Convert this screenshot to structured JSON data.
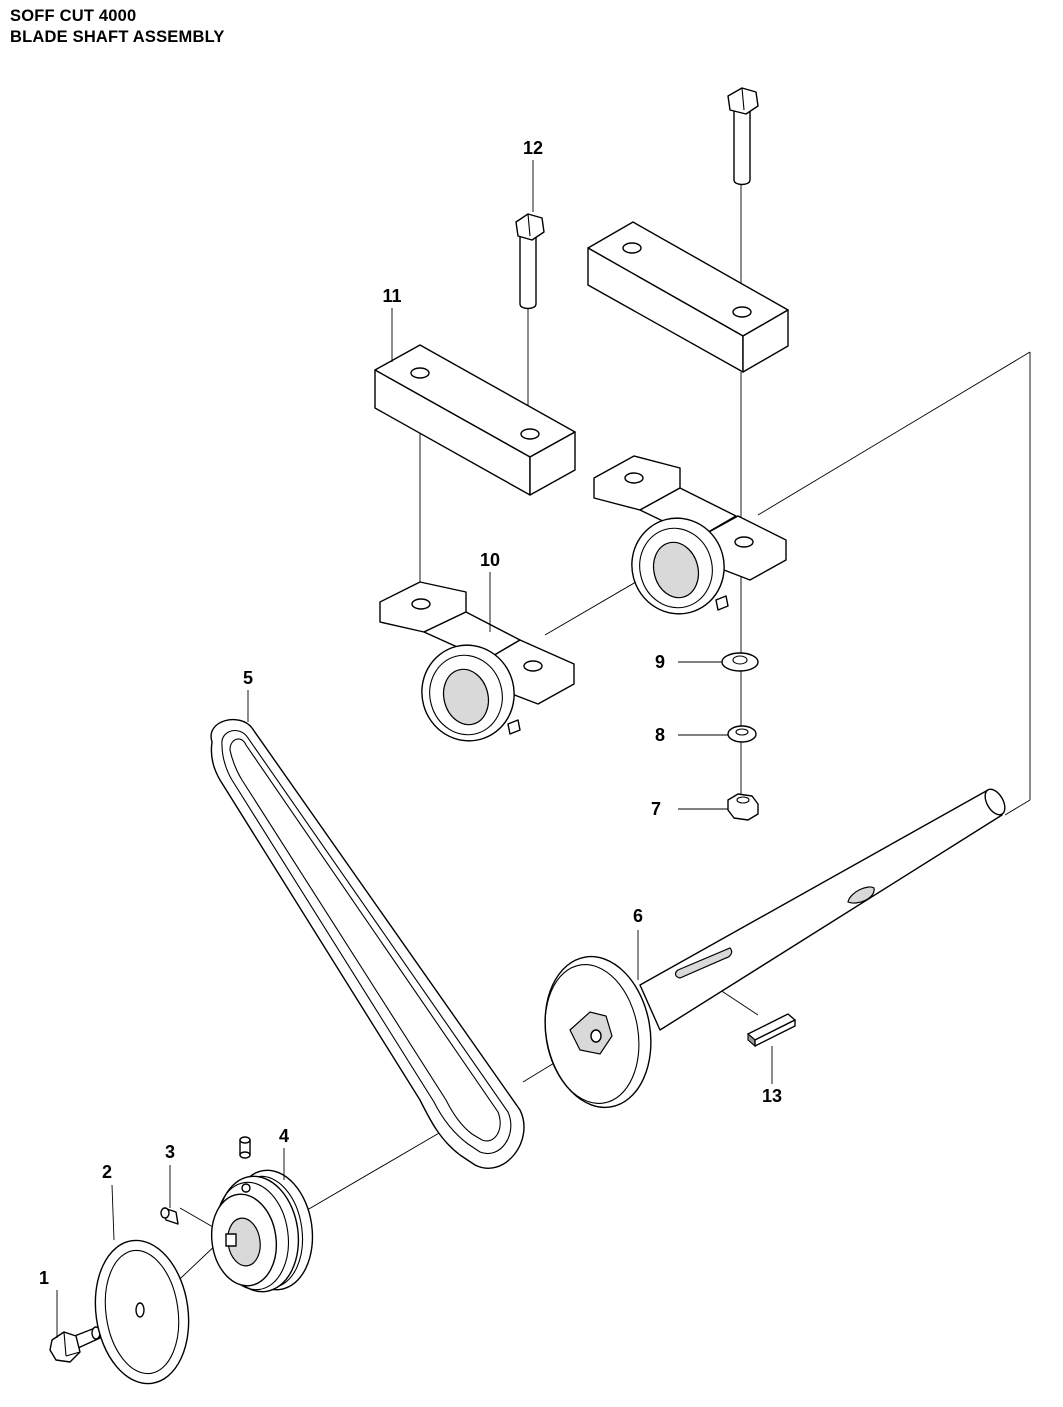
{
  "header": {
    "model": "SOFF CUT 4000",
    "assembly": "BLADE SHAFT ASSEMBLY"
  },
  "callouts": [
    {
      "id": "1",
      "label": "1"
    },
    {
      "id": "2",
      "label": "2"
    },
    {
      "id": "3",
      "label": "3"
    },
    {
      "id": "4",
      "label": "4"
    },
    {
      "id": "5",
      "label": "5"
    },
    {
      "id": "6",
      "label": "6"
    },
    {
      "id": "7",
      "label": "7"
    },
    {
      "id": "8",
      "label": "8"
    },
    {
      "id": "9",
      "label": "9"
    },
    {
      "id": "10",
      "label": "10"
    },
    {
      "id": "11",
      "label": "11"
    },
    {
      "id": "12",
      "label": "12"
    },
    {
      "id": "13",
      "label": "13"
    }
  ],
  "colors": {
    "ink": "#000000",
    "paper": "#ffffff",
    "shade": "#d9d9d9"
  }
}
